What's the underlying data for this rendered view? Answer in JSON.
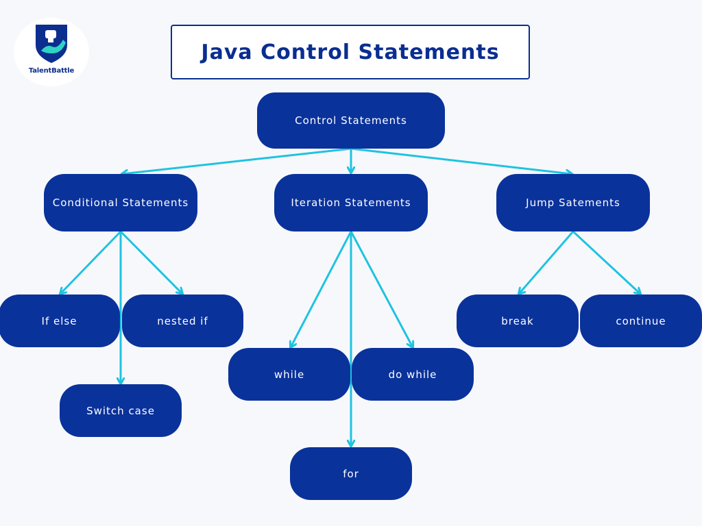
{
  "brand": {
    "name": "TalentBattle",
    "colors": {
      "node": "#0a329b",
      "arrow": "#1ec3e0",
      "title": "#0a2e91"
    }
  },
  "title": "Java Control Statements",
  "nodes": {
    "root": "Control Statements",
    "conditional": "Conditional Statements",
    "iteration": "Iteration Statements",
    "jump": "Jump Satements",
    "if_else": "If else",
    "nested_if": "nested if",
    "switch_case": "Switch case",
    "while": "while",
    "do_while": "do while",
    "for": "for",
    "break": "break",
    "continue": "continue"
  },
  "edges": [
    [
      "root",
      "conditional"
    ],
    [
      "root",
      "iteration"
    ],
    [
      "root",
      "jump"
    ],
    [
      "conditional",
      "if_else"
    ],
    [
      "conditional",
      "nested_if"
    ],
    [
      "conditional",
      "switch_case"
    ],
    [
      "iteration",
      "while"
    ],
    [
      "iteration",
      "do_while"
    ],
    [
      "iteration",
      "for"
    ],
    [
      "jump",
      "break"
    ],
    [
      "jump",
      "continue"
    ]
  ]
}
